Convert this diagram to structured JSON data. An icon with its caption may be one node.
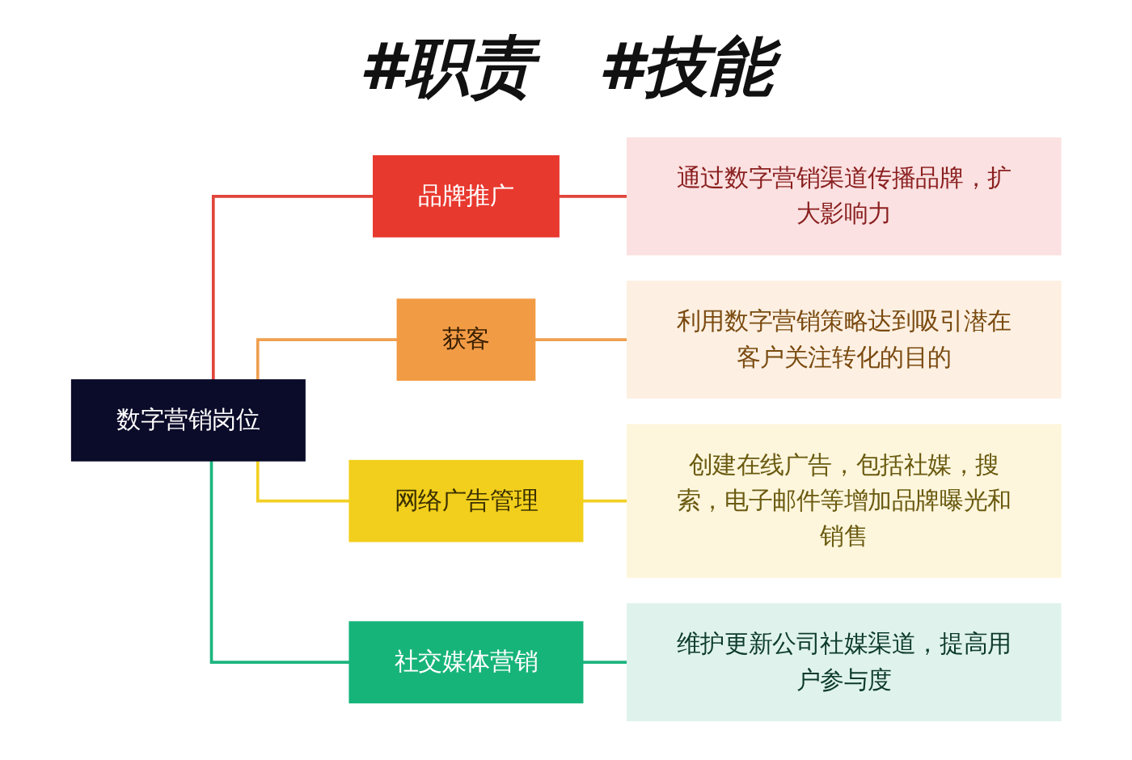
{
  "diagram": {
    "title": "#职责　#技能",
    "nodes": [
      {
        "text": [
          "数字营销岗位"
        ]
      },
      {
        "text": [
          "品牌推广"
        ]
      },
      {
        "text": [
          "通过数字营销渠道传播品牌，扩大影响力"
        ]
      },
      {
        "text": [
          "获客"
        ]
      },
      {
        "text": [
          "利用数字营销策略达到吸引潜在客户关注转化的目的"
        ]
      },
      {
        "text": [
          "网络广告管理"
        ]
      },
      {
        "text": [
          "创建在线广告，包括社媒，搜索，电子邮件等增加品牌曝光和销售"
        ]
      },
      {
        "text": [
          "社交媒体营销"
        ]
      },
      {
        "text": [
          "维护更新公司社媒渠道，提高用户参与度"
        ]
      }
    ],
    "edges": [
      {
        "from": 0,
        "to": 1,
        "arrow": "none",
        "color": "#e0453a"
      },
      {
        "from": 1,
        "to": 2,
        "arrow": "none",
        "color": "#e0453a"
      },
      {
        "from": 0,
        "to": 3,
        "arrow": "none",
        "color": "#f0a050"
      },
      {
        "from": 3,
        "to": 4,
        "arrow": "none",
        "color": "#f0a050"
      },
      {
        "from": 0,
        "to": 5,
        "arrow": "none",
        "color": "#f2d024"
      },
      {
        "from": 5,
        "to": 6,
        "arrow": "none",
        "color": "#f2d024"
      },
      {
        "from": 0,
        "to": 7,
        "arrow": "none",
        "color": "#1db57e"
      },
      {
        "from": 7,
        "to": 8,
        "arrow": "none",
        "color": "#1db57e"
      }
    ]
  }
}
